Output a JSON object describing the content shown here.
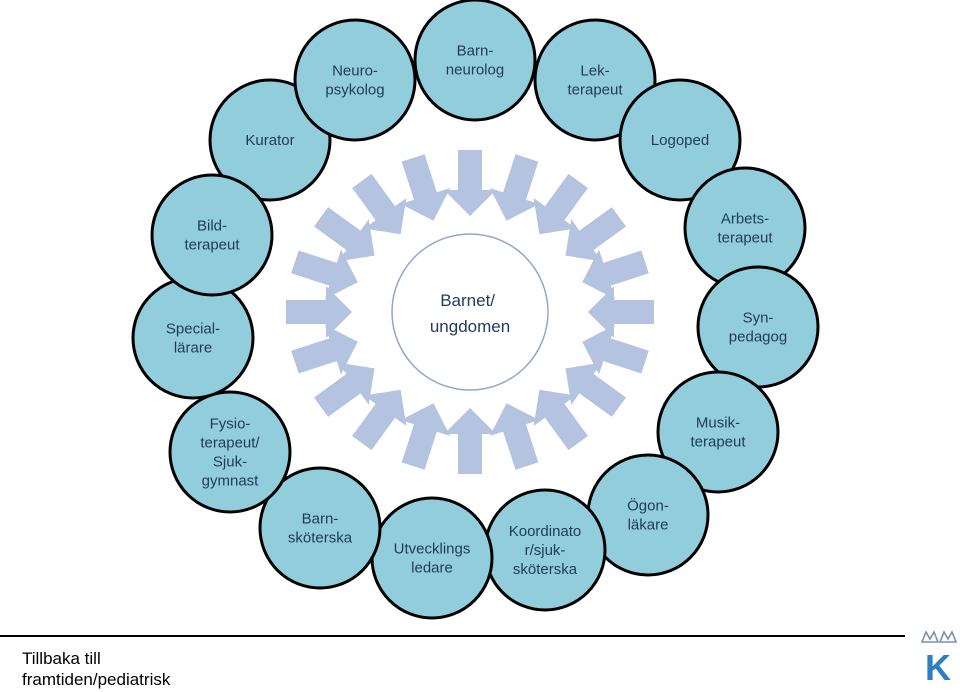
{
  "center": {
    "lines": [
      "Barnet/",
      "ungdomen"
    ]
  },
  "nodes": [
    {
      "id": "kurator",
      "lines": [
        "Kurator"
      ]
    },
    {
      "id": "neuropsykolog",
      "lines": [
        "Neuro-",
        "psykolog"
      ]
    },
    {
      "id": "barnneurolog",
      "lines": [
        "Barn-",
        "neurolog"
      ]
    },
    {
      "id": "lekterapeut",
      "lines": [
        "Lek-",
        "terapeut"
      ]
    },
    {
      "id": "logoped",
      "lines": [
        "Logoped"
      ]
    },
    {
      "id": "arbetsterapeut",
      "lines": [
        "Arbets-",
        "terapeut"
      ]
    },
    {
      "id": "synpedagog",
      "lines": [
        "Syn-",
        "pedagog"
      ]
    },
    {
      "id": "musikterapeut",
      "lines": [
        "Musik-",
        "terapeut"
      ]
    },
    {
      "id": "ogonlakare",
      "lines": [
        "Ögon-",
        "läkare"
      ]
    },
    {
      "id": "koordinator",
      "lines": [
        "Koordinato",
        "r/sjuk-",
        "sköterska"
      ]
    },
    {
      "id": "utvecklingsledare",
      "lines": [
        "Utvecklings",
        "ledare"
      ]
    },
    {
      "id": "barnskoterska",
      "lines": [
        "Barn-",
        "sköterska"
      ]
    },
    {
      "id": "fysioterapeut",
      "lines": [
        "Fysio-",
        "terapeut/",
        "Sjuk-",
        "gymnast"
      ]
    },
    {
      "id": "speciallarare",
      "lines": [
        "Special-",
        "lärare"
      ]
    },
    {
      "id": "bildterapeut",
      "lines": [
        "Bild-",
        "terapeut"
      ]
    }
  ],
  "footer": {
    "link_lines": [
      "Tillbaka till",
      "framtiden/pediatrisk"
    ]
  },
  "logo": {
    "letter": "K"
  },
  "colors": {
    "node_fill": "#92cddc",
    "arrow_fill": "#b4c3e0",
    "text": "#1f3b5a",
    "logo": "#2d7fc1"
  }
}
